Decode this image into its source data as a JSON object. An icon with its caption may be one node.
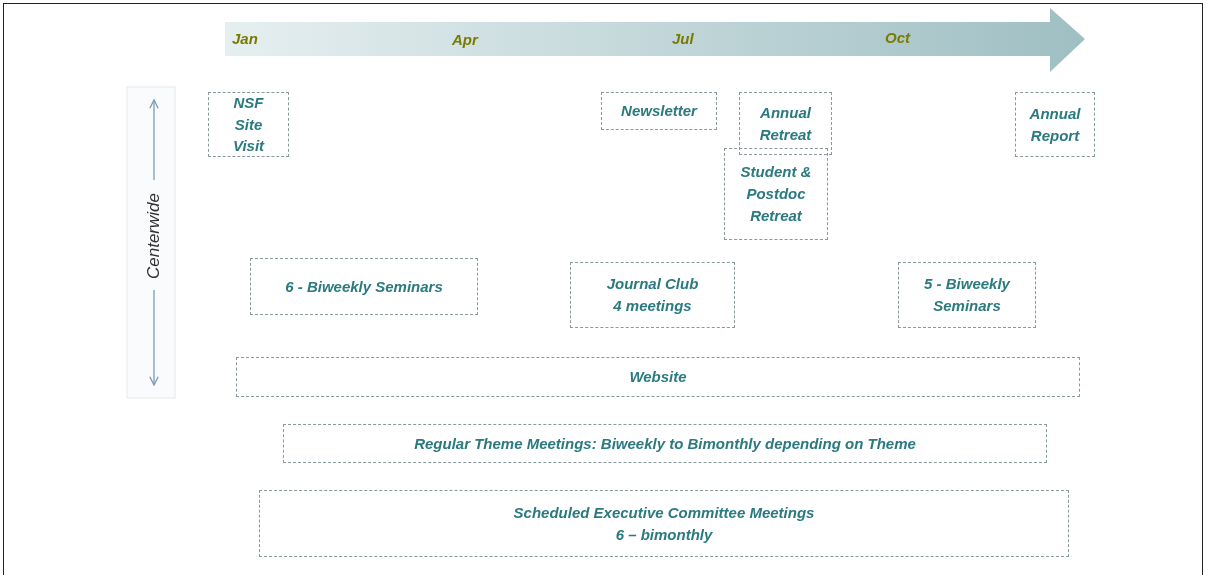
{
  "diagram": {
    "nodes": [
      {
        "text": [
          "NSF Site Visit"
        ]
      },
      {
        "text": [
          "Newsletter"
        ]
      },
      {
        "text": [
          "Annual Retreat"
        ]
      },
      {
        "text": [
          "Annual Report"
        ]
      },
      {
        "text": [
          "Student & Postdoc Retreat"
        ]
      },
      {
        "text": [
          "6 - Biweekly Seminars"
        ]
      },
      {
        "text": [
          "Journal Club 4 meetings"
        ]
      },
      {
        "text": [
          "5 - Biweekly Seminars"
        ]
      },
      {
        "text": [
          "Website"
        ]
      },
      {
        "text": [
          "Regular Theme Meetings: Biweekly to Bimonthly depending on Theme"
        ]
      },
      {
        "text": [
          "Scheduled Executive Committee Meetings 6 – bimonthly"
        ]
      }
    ],
    "edges": [],
    "labels": [
      "Jan",
      "Apr",
      "Jul",
      "Oct",
      "Centerwide"
    ]
  }
}
